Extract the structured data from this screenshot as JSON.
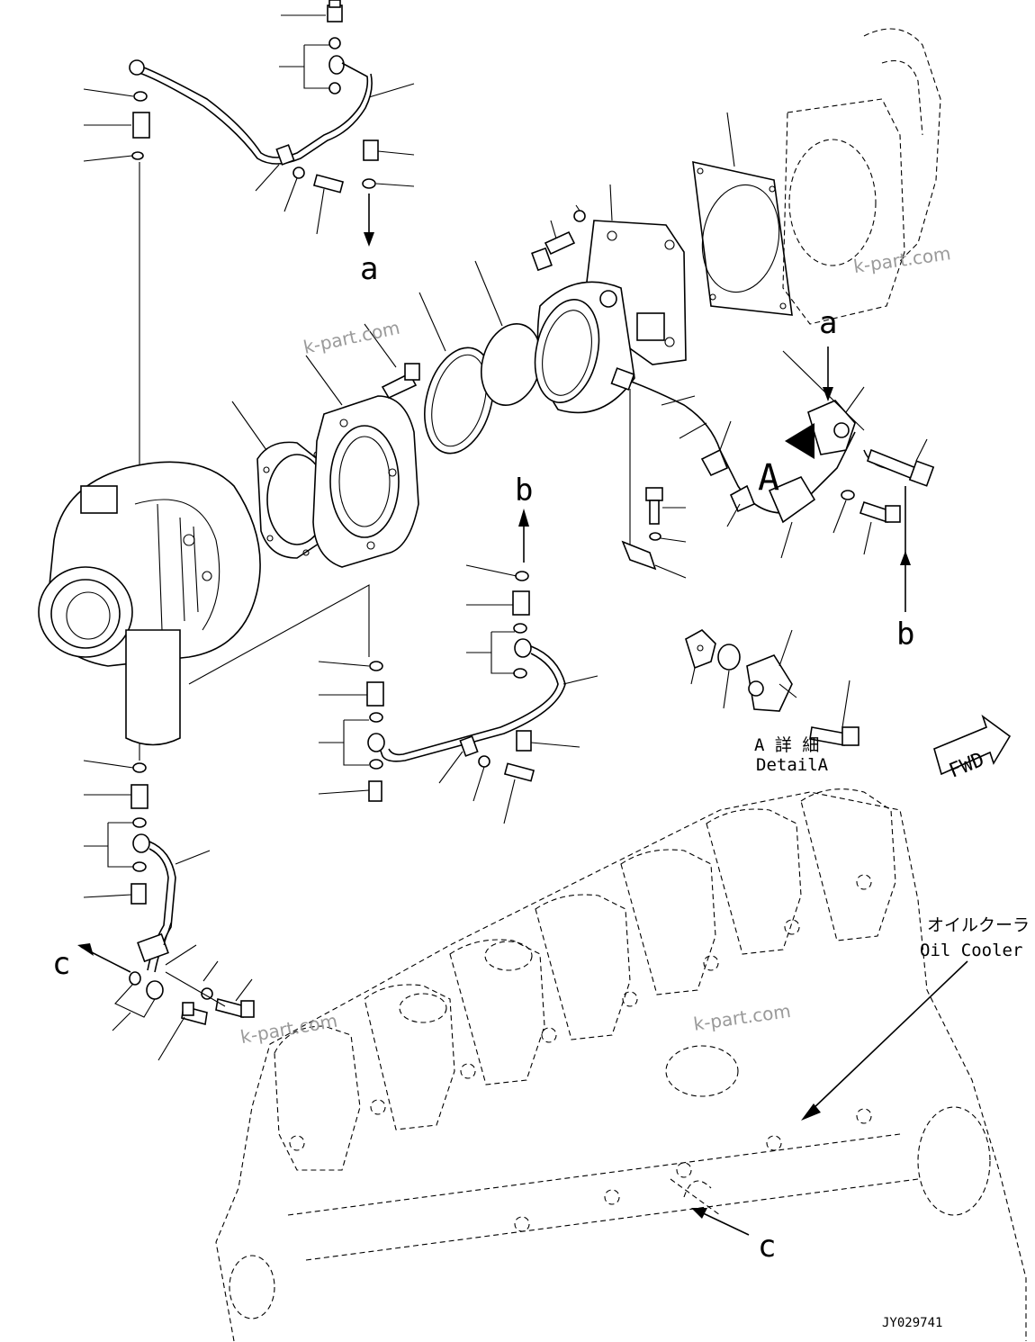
{
  "refs": {
    "a_top": "a",
    "a_detail": "a",
    "b_top": "b",
    "b_right": "b",
    "c_left": "c",
    "c_bottom": "c",
    "big_a": "A"
  },
  "detail_label": {
    "jp": "A 詳 細",
    "en": "DetailA"
  },
  "oil_cooler": {
    "jp": "オイルクーラ",
    "en": "Oil Cooler"
  },
  "fwd": "FWD",
  "figure_id": "JY029741",
  "watermarks": [
    "k-part.com",
    "k-part.com",
    "k-part.com",
    "k-part.com"
  ]
}
